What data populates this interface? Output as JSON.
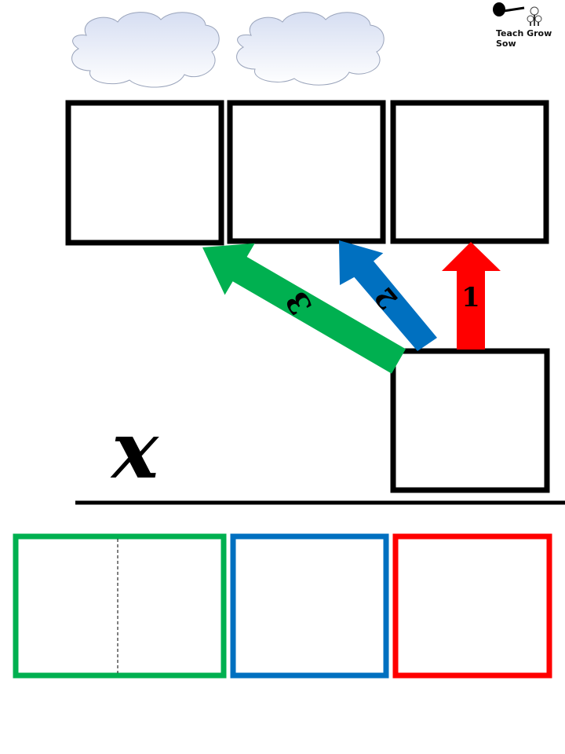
{
  "logo": {
    "text": "Teach Grow Sow"
  },
  "arrows": [
    {
      "label": "1",
      "color": "#ff0000"
    },
    {
      "label": "2",
      "color": "#0070c0"
    },
    {
      "label": "3",
      "color": "#00b050"
    }
  ],
  "variable": "x",
  "answer_boxes": {
    "colors": [
      "#00b050",
      "#0070c0",
      "#ff0000"
    ]
  }
}
